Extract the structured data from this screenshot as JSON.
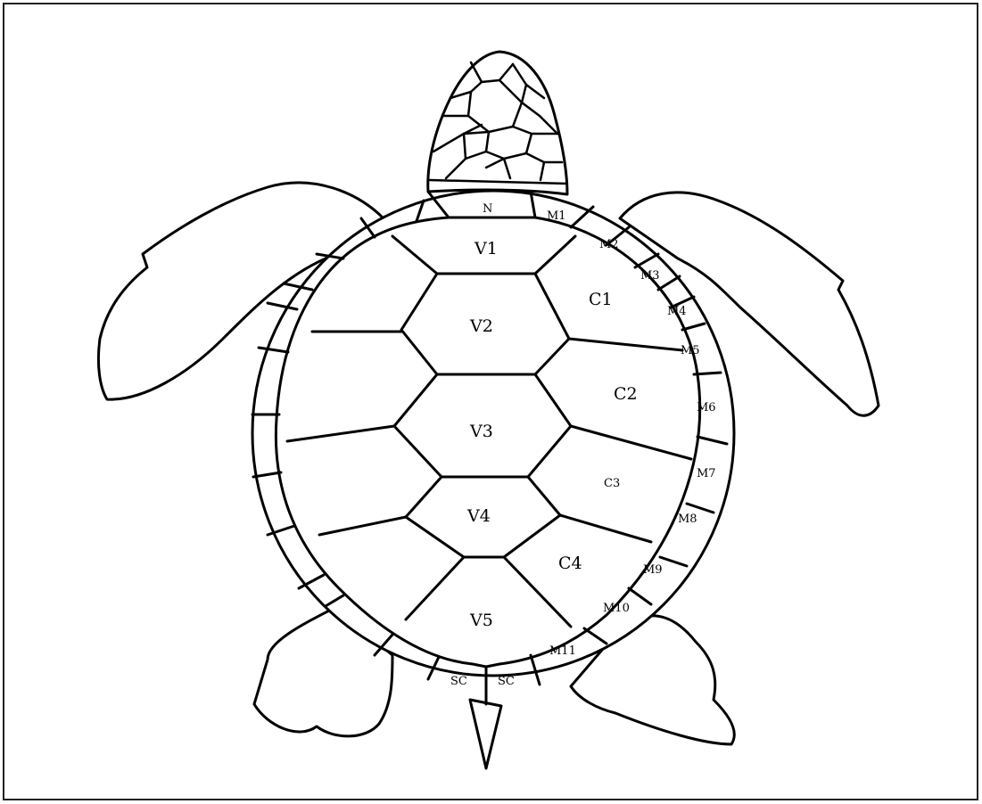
{
  "labels": {
    "nuchal": "N",
    "v1": "V1",
    "v2": "V2",
    "v3": "V3",
    "v4": "V4",
    "v5": "V5",
    "c1": "C1",
    "c2": "C2",
    "c3": "C3",
    "c4": "C4",
    "m1": "M1",
    "m2": "M2",
    "m3": "M3",
    "m4": "M4",
    "m5": "M5",
    "m6": "M6",
    "m7": "M7",
    "m8": "M8",
    "m9": "M9",
    "m10": "M10",
    "m11": "M11",
    "sc_left": "SC",
    "sc_right": "SC"
  }
}
